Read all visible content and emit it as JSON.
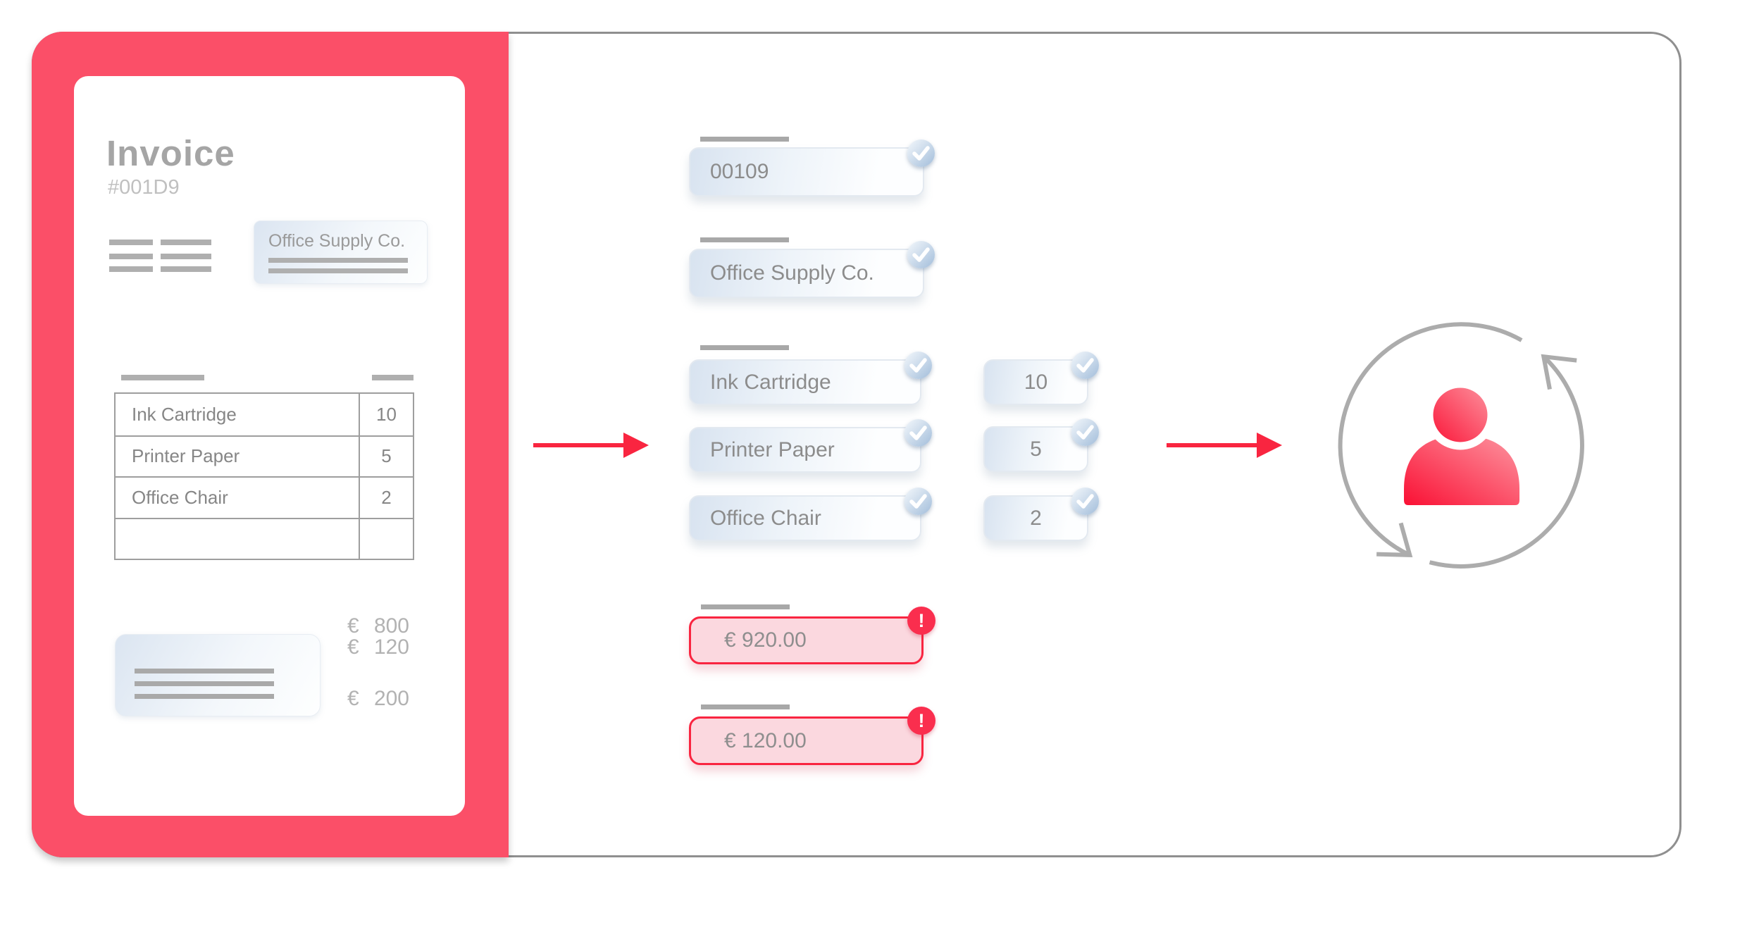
{
  "invoice_document": {
    "title": "Invoice",
    "invoice_number": "#001D9",
    "supplier_card": {
      "name": "Office Supply Co."
    },
    "line_items": [
      {
        "name": "Ink Cartridge",
        "qty": "10"
      },
      {
        "name": "Printer Paper",
        "qty": "5"
      },
      {
        "name": "Office Chair",
        "qty": "2"
      }
    ],
    "amounts": [
      {
        "currency": "€",
        "value": "800"
      },
      {
        "currency": "€",
        "value": "120"
      },
      {
        "currency": "€",
        "value": "200"
      }
    ]
  },
  "extracted_fields": {
    "invoice_number": {
      "value": "00109",
      "status": "verified"
    },
    "supplier_name": {
      "value": "Office Supply Co.",
      "status": "verified"
    },
    "line_items": [
      {
        "name": "Ink Cartridge",
        "qty": "10",
        "status": "verified"
      },
      {
        "name": "Printer Paper",
        "qty": "5",
        "status": "verified"
      },
      {
        "name": "Office Chair",
        "qty": "2",
        "status": "verified"
      }
    ],
    "total_amount": {
      "value": "€ 920.00",
      "status": "error"
    },
    "tax_amount": {
      "value": "€ 120.00",
      "status": "error"
    }
  },
  "icons": {
    "check_badge": "check-icon",
    "alert_badge": "alert-icon",
    "alert_glyph": "!",
    "flow_arrow": "arrow-right-icon",
    "human_review": "person-sync-icon"
  },
  "colors": {
    "frame_pink": "#FB4F68",
    "accent_red": "#F92540",
    "error_field_bg": "#FBD8DF",
    "check_badge_blue": "#A6C0DC",
    "neutral_gray": "#A8A8A8"
  }
}
